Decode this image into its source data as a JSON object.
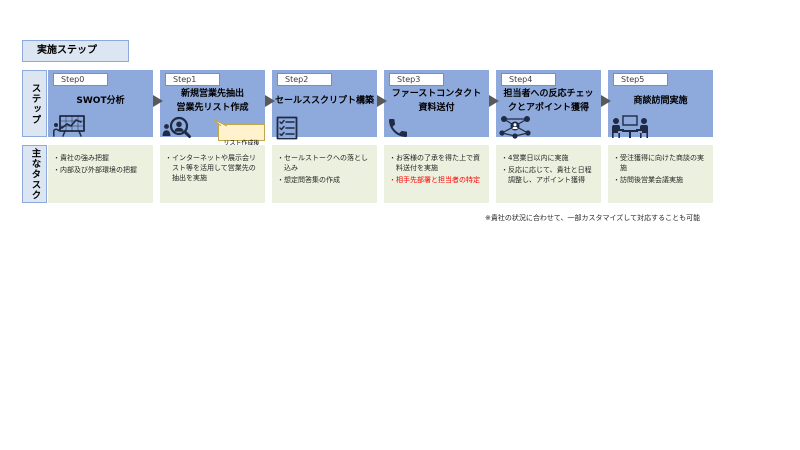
{
  "title": "実施ステップ",
  "row_labels": {
    "steps": "ステップ",
    "tasks": "主なタスク"
  },
  "steps": [
    {
      "tag": "Step0",
      "title": "SWOT分析",
      "icon": "whiteboard-chart-icon",
      "tasks": [
        {
          "text": "・貴社の強み把握"
        },
        {
          "text": "・内部及び外部環境の把握"
        }
      ]
    },
    {
      "tag": "Step1",
      "title": "新規営業先抽出\n営業先リスト作成",
      "icon": "search-people-icon",
      "callout": "リスト作成後\n社長チェック",
      "tasks": [
        {
          "text": "・インターネットや展示会リスト等を活用して営業先の抽出を実施"
        }
      ]
    },
    {
      "tag": "Step2",
      "title": "セールススクリプト構築",
      "icon": "checklist-icon",
      "tasks": [
        {
          "text": "・セールストークへの落とし込み"
        },
        {
          "text": "・想定問答集の作成"
        }
      ]
    },
    {
      "tag": "Step3",
      "title": "ファーストコンタクト\n資料送付",
      "icon": "phone-icon",
      "tasks": [
        {
          "text": "・お客様の了承を得た上で資料送付を実施"
        },
        {
          "text": "・相手先部署と担当者の特定",
          "color": "#ff0000"
        }
      ]
    },
    {
      "tag": "Step4",
      "title": "担当者への反応チェッ\nクとアポイント獲得",
      "icon": "network-icon",
      "tasks": [
        {
          "text": "・4営業日以内に実施"
        },
        {
          "text": "・反応に応じて、貴社と日程調整し、アポイント獲得"
        }
      ]
    },
    {
      "tag": "Step5",
      "title": "商談訪問実施",
      "icon": "meeting-icon",
      "tasks": [
        {
          "text": "・受注獲得に向けた商談の実施"
        },
        {
          "text": "・訪問後営業会議実施"
        }
      ]
    }
  ],
  "footnote": "※貴社の状況に合わせて、一部カスタマイズして対応することも可能",
  "colors": {
    "step_fill": "#8ea9db",
    "task_fill": "#ebf1de",
    "label_fill": "#dce6f2",
    "arrow": "#595959",
    "icon": "#1f2a44",
    "callout_fill": "#fff2cc"
  }
}
